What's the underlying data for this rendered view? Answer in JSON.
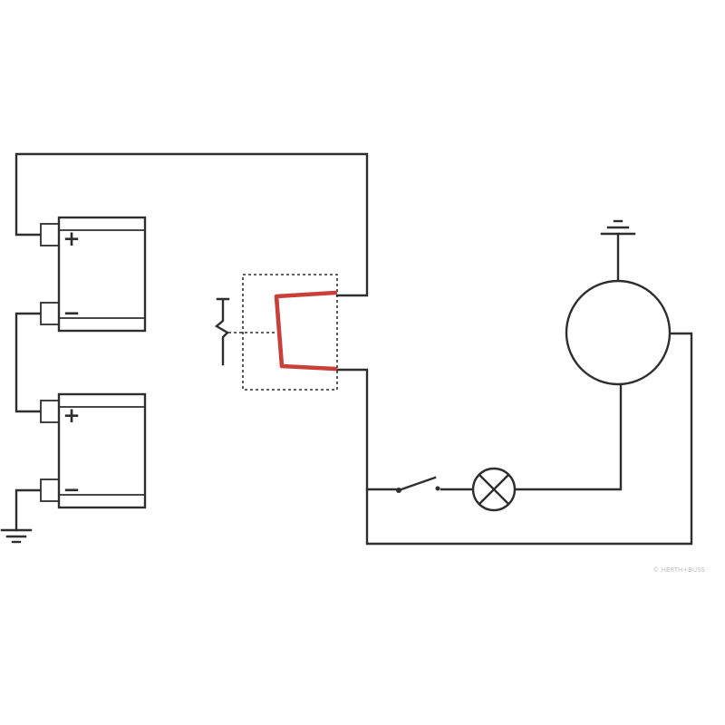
{
  "diagram": {
    "title": "Battery relay wiring circuit diagram",
    "colors": {
      "line": "#2e2e2e",
      "highlight": "#c84038",
      "background": "#ffffff"
    },
    "batteries": {
      "top": {
        "plus": "+",
        "minus": "−"
      },
      "bottom": {
        "plus": "+",
        "minus": "−"
      }
    },
    "components": {
      "battery_top": "battery (upper)",
      "battery_bottom": "battery (lower)",
      "relay": "changeover relay contact (highlighted red)",
      "actuator": "relay actuator coil",
      "switch": "open switch",
      "lamp": "indicator lamp",
      "motor": "motor consumer",
      "ground_left": "chassis ground (battery side)",
      "ground_right": "chassis ground (motor side)"
    },
    "watermark": "© HERTH+BUSS"
  }
}
